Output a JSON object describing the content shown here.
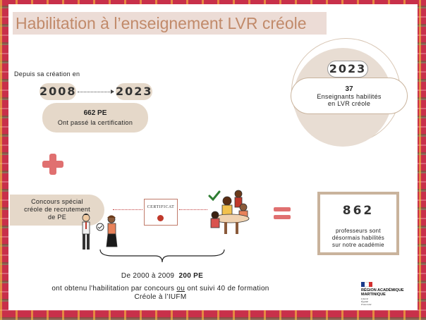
{
  "title": "Habilitation à l’enseignement LVR créole",
  "history": {
    "since_label": "Depuis sa création en",
    "year_start": "2008",
    "year_end": "2023",
    "count": "662 PE",
    "description": "Ont passé la certification"
  },
  "current": {
    "year": "2023",
    "count": "37",
    "description_line1": "Enseignants habilités",
    "description_line2": "en LVR créole"
  },
  "concours": {
    "line1": "Concours spécial",
    "line2": "créole de recrutement",
    "line3": "de PE"
  },
  "certificate_label": "CERTIFICAT",
  "total": {
    "count": "862",
    "line1": "professeurs sont",
    "line2": "désormais habilités",
    "line3": "sur notre académie"
  },
  "bottom": {
    "period": "De 2000 à 2009",
    "period_count": "200 PE",
    "text_part1": "ont obtenu l'habilitation par concours",
    "text_ou": "ou",
    "text_part2": "ont suivi 40 de formation",
    "text_line2": "Créole à l’IUFM"
  },
  "logo": {
    "line1": "RÉGION ACADÉMIQUE",
    "line2": "MARTINIQUE",
    "motto1": "Liberté",
    "motto2": "Égalité",
    "motto3": "Fraternité"
  },
  "colors": {
    "title": "#c18a6a",
    "beige": "#e5d8c9",
    "accent": "#e07070",
    "border_tartan": "#c8304a"
  }
}
